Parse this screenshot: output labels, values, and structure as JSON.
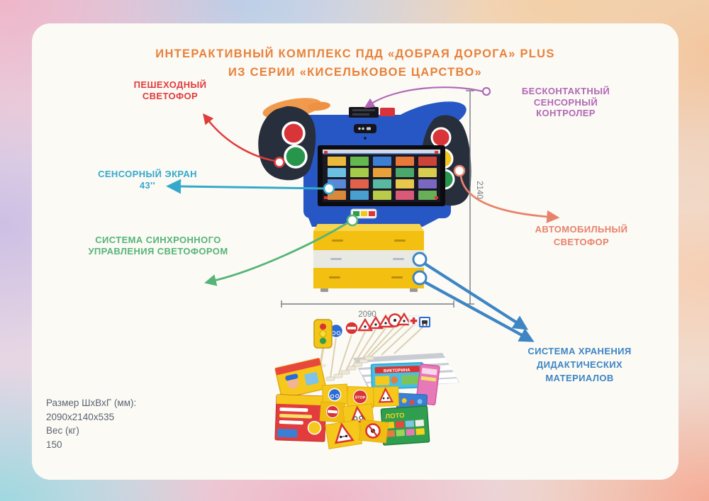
{
  "title": {
    "lines": [
      "ИНТЕРАКТИВНЫЙ КОМПЛЕКС ПДД «ДОБРАЯ ДОРОГА» PLUS",
      "ИЗ СЕРИИ «КИСЕЛЬКОВОЕ ЦАРСТВО»"
    ],
    "color": "#e8813a"
  },
  "callouts": {
    "pedestrian_light": {
      "lines": [
        "ПЕШЕХОДНЫЙ",
        "СВЕТОФОР"
      ],
      "color": "#e23b3b"
    },
    "contactless_controller": {
      "lines": [
        "БЕСКОНТАКТНЫЙ СЕНСОРНЫЙ",
        "КОНТРОЛЕР"
      ],
      "color": "#b168b5"
    },
    "touch_screen": {
      "lines": [
        "СЕНСОРНЫЙ ЭКРАН",
        "43''"
      ],
      "color": "#35a9cb"
    },
    "sync_system": {
      "lines": [
        "СИСТЕМА СИНХРОННОГО",
        "УПРАВЛЕНИЯ СВЕТОФОРОМ"
      ],
      "color": "#56b478"
    },
    "car_light": {
      "lines": [
        "АВТОМОБИЛЬНЫЙ",
        "СВЕТОФОР"
      ],
      "color": "#e8826b"
    },
    "storage_system": {
      "lines": [
        "СИСТЕМА ХРАНЕНИЯ",
        "ДИДАКТИЧЕСКИХ",
        "МАТЕРИАЛОВ"
      ],
      "color": "#3d85c4"
    }
  },
  "dimensions": {
    "width": "2090",
    "height": "2140"
  },
  "specs": {
    "size_label": "Размер ШхВхГ (мм):",
    "size_value": "2090х2140х535",
    "weight_label": "Вес (кг)",
    "weight_value": "150"
  },
  "toys": {
    "stop": "STOP",
    "loto": "ЛОТО",
    "viktorina": "ВИКТОРИНА"
  },
  "screen": {
    "tile_colors": [
      "#e8b93a",
      "#63b84f",
      "#3d7fd4",
      "#e8773a",
      "#cc4438",
      "#6bc0e0",
      "#a4cc4a",
      "#e8a03a",
      "#4aa86a",
      "#d8cc50",
      "#5a88d8",
      "#e0624a",
      "#58b8a0",
      "#e8c84a",
      "#7a68c0",
      "#d88a3a",
      "#48a0d0",
      "#b8cc4a",
      "#d85a78",
      "#68b058"
    ]
  },
  "colors": {
    "product_body": "#2757c5",
    "cabinet_yellow": "#f3bf10",
    "traffic_light_housing": "#272e3c",
    "dimension_line": "#767c85",
    "card_background": "#fbfaf5",
    "specs_text": "#5a6470"
  }
}
